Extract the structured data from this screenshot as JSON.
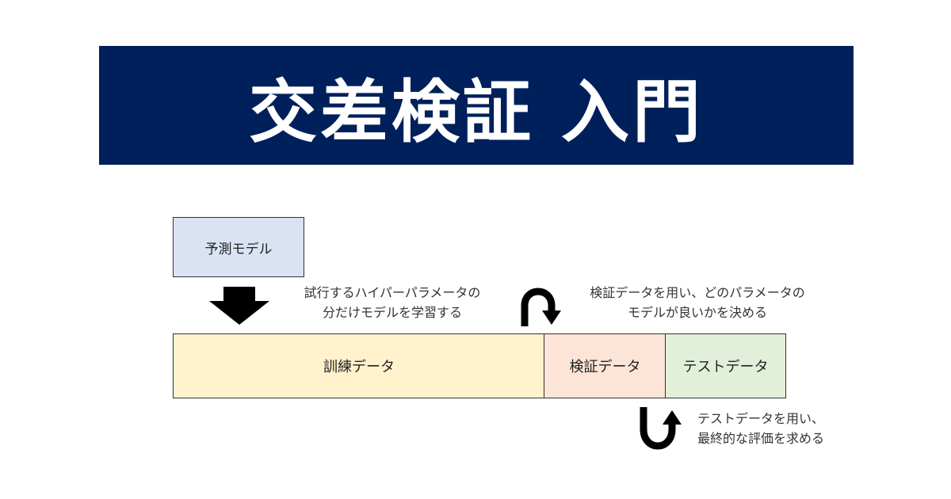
{
  "title": "交差検証 入門",
  "diagram": {
    "model_box": "予測モデル",
    "segments": {
      "train": "訓練データ",
      "validation": "検証データ",
      "test": "テストデータ"
    },
    "notes": {
      "train_line1": "試行するハイパーパラメータの",
      "train_line2": "分だけモデルを学習する",
      "validation_line1": "検証データを用い、どのパラメータの",
      "validation_line2": "モデルが良いかを決める",
      "test_line1": "テストデータを用い、",
      "test_line2": "最終的な評価を求める"
    }
  },
  "colors": {
    "banner": "#00205b",
    "model_box": "#dae3f3",
    "train": "#fff2cc",
    "validation": "#fce4d6",
    "test": "#e2f0d9"
  }
}
